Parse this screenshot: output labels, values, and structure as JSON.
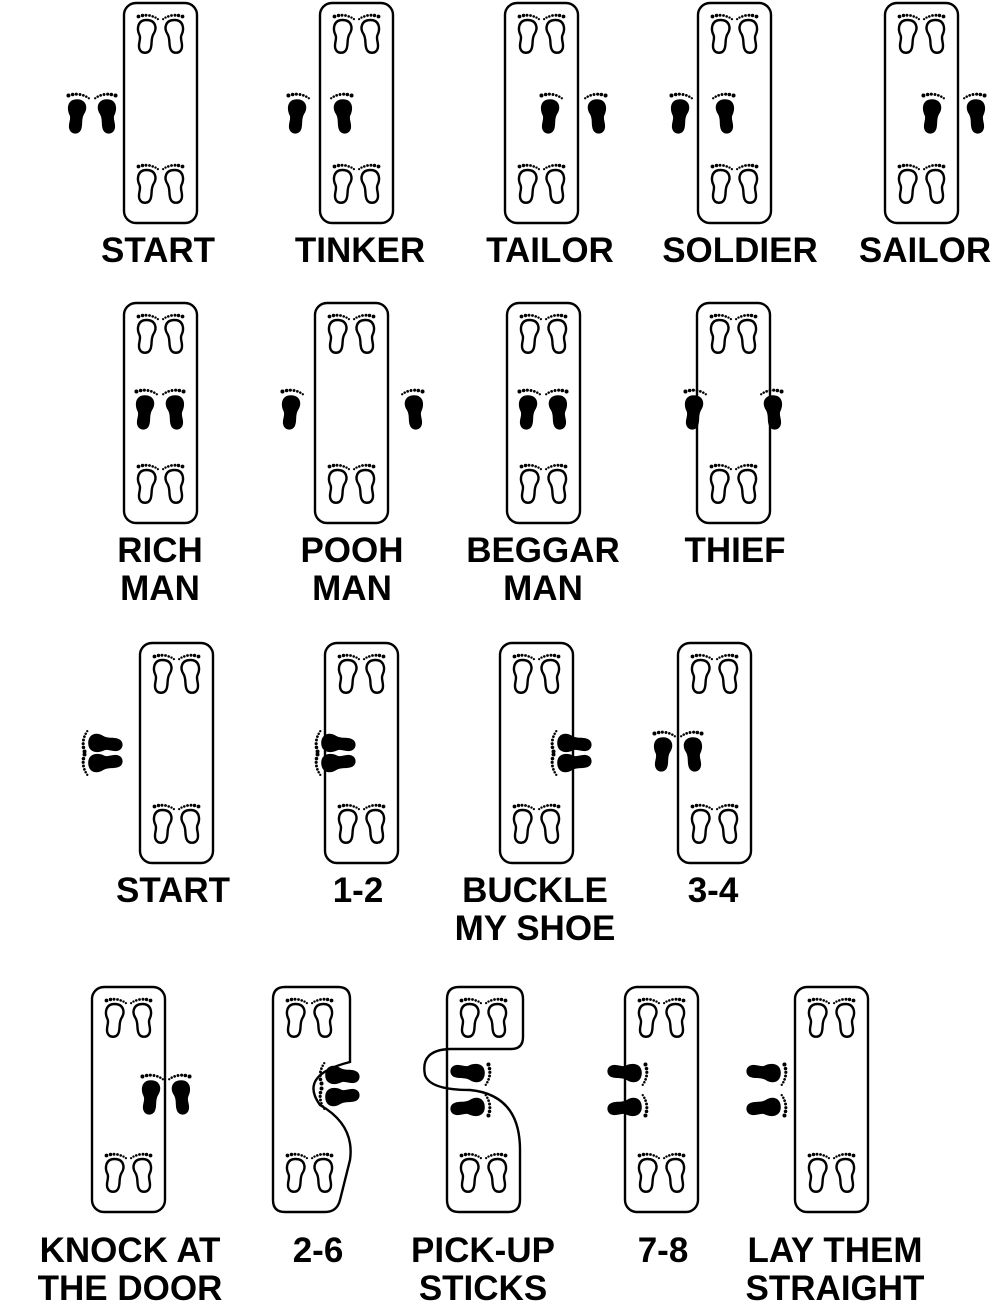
{
  "colors": {
    "ink": "#000000",
    "paper": "#ffffff"
  },
  "rows": [
    {
      "name": "row-1",
      "steps": [
        {
          "id": "start",
          "lines": [
            "START"
          ]
        },
        {
          "id": "tinker",
          "lines": [
            "TINKER"
          ]
        },
        {
          "id": "tailor",
          "lines": [
            "TAILOR"
          ]
        },
        {
          "id": "soldier",
          "lines": [
            "SOLDIER"
          ]
        },
        {
          "id": "sailor",
          "lines": [
            "SAILOR"
          ]
        }
      ]
    },
    {
      "name": "row-2",
      "steps": [
        {
          "id": "rich-man",
          "lines": [
            "RICH",
            "MAN"
          ]
        },
        {
          "id": "pooh-man",
          "lines": [
            "POOH",
            "MAN"
          ]
        },
        {
          "id": "beggar-man",
          "lines": [
            "BEGGAR",
            "MAN"
          ]
        },
        {
          "id": "thief",
          "lines": [
            "THIEF"
          ]
        }
      ]
    },
    {
      "name": "row-3",
      "steps": [
        {
          "id": "start-2",
          "lines": [
            "START"
          ]
        },
        {
          "id": "one-two",
          "lines": [
            "1-2"
          ]
        },
        {
          "id": "buckle-my-shoe",
          "lines": [
            "BUCKLE",
            "MY SHOE"
          ]
        },
        {
          "id": "three-four",
          "lines": [
            "3-4"
          ]
        }
      ]
    },
    {
      "name": "row-4",
      "steps": [
        {
          "id": "knock-at-the-door",
          "lines": [
            "KNOCK AT",
            "THE DOOR"
          ]
        },
        {
          "id": "two-six",
          "lines": [
            "2-6"
          ]
        },
        {
          "id": "pick-up-sticks",
          "lines": [
            "PICK-UP",
            "STICKS"
          ]
        },
        {
          "id": "seven-eight",
          "lines": [
            "7-8"
          ]
        },
        {
          "id": "lay-them-straight",
          "lines": [
            "LAY THEM",
            "STRAIGHT"
          ]
        }
      ]
    }
  ]
}
